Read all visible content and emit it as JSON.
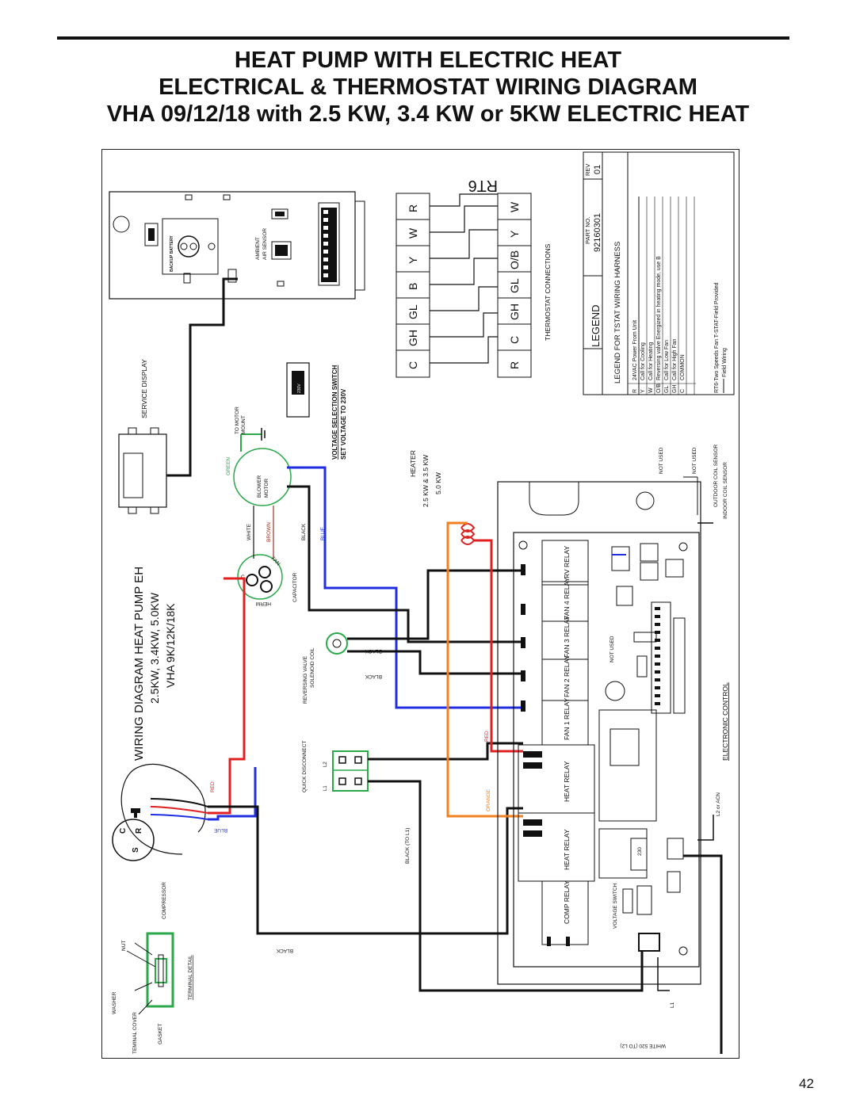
{
  "header": {
    "line1": "HEAT PUMP WITH ELECTRIC HEAT",
    "line2": "ELECTRICAL & THERMOSTAT WIRING DIAGRAM",
    "line3": "VHA 09/12/18 with 2.5 KW, 3.4 KW or 5KW ELECTRIC HEAT"
  },
  "diagram": {
    "title1": "WIRING DIAGRAM HEAT PUMP EH",
    "title2": "2.5KW, 3.4KW, 5.0KW",
    "title3": "VHA 9K/12K/18K",
    "service_display": "SERVICE DISPLAY",
    "backup_battery": "BACKUP BATTERY",
    "ambient1": "AMBIENT",
    "ambient2": "AIR SENSOR",
    "voltage_sel1": "VOLTAGE SELECTION SWITCH",
    "voltage_sel2": "SET VOLTAGE TO 230V",
    "voltage_sel_label": "230V",
    "to_motor1": "TO MOTOR",
    "to_motor2": "MOUNT",
    "blower1": "BLOWER",
    "blower2": "MOTOR",
    "capacitor": "CAPACITOR",
    "herm": "HERM",
    "fan": "FAN",
    "cap_c": "C",
    "rev_valve1": "REVERSING VALVE",
    "rev_valve2": "SOLENOID COIL",
    "quick_disconnect": "QUICK DISCONNECT",
    "l1": "L1",
    "l2": "L2",
    "compressor": "COMPRESSOR",
    "comp_c": "C",
    "comp_s": "S",
    "comp_r": "R",
    "washer": "WASHER",
    "terminal_cover": "TEMINAL COVER",
    "gasket": "GASKET",
    "nut": "NUT",
    "terminal_detail": "TERMINAL DETAIL",
    "heater": "HEATER",
    "heater_kw1": "2.5 KW & 3.5 KW",
    "heater_kw2": "5.0 KW",
    "relays": [
      "RV RELAY",
      "FAN 4 RELAY",
      "FAN 3 RELAY",
      "FAN 2 RELAY",
      "FAN 1 RELAY"
    ],
    "heat_relay": "HEAT RELAY",
    "comp_relay": "COMP RELAY",
    "not_used": "NOT USED",
    "electronic_control": "ELECTRONIC CONTROL",
    "voltage_switch": "VOLTAGE SWITCH",
    "vs_value": "230",
    "outdoor_coil": "OUTDOOR COIL SENSOR",
    "indoor_coil": "INDOOR COIL SENSOR",
    "l2_acn": "L2 or ACN",
    "l1_label": "L1",
    "black_to_l1": "BLACK (TO L1)",
    "white_to_l2": "WHITE 520 (TO L2)",
    "wire_colors": {
      "green": "GREEN",
      "white": "WHITE",
      "brown": "BROWN",
      "black": "BLACK",
      "blue": "BLUE",
      "red": "RED",
      "orange": "ORANGE"
    },
    "thermostat_connections": "THERMOSTAT CONNECTIONS",
    "unit_terminals": [
      "C",
      "GH",
      "GL",
      "B",
      "Y",
      "W",
      "R"
    ],
    "rt6_label": "RT6",
    "rt6_terminals": [
      "R",
      "C",
      "GH",
      "GL",
      "O/B",
      "Y",
      "W"
    ],
    "legend": {
      "title": "LEGEND",
      "part_no_label": "PART NO.",
      "part_no": "92160301",
      "rev_label": "REV",
      "rev": "01",
      "harness": "LEGEND FOR TSTAT WIRING HARNESS",
      "items": [
        {
          "code": "R",
          "desc": "24VAC Power From Unit"
        },
        {
          "code": "Y",
          "desc": "Call for Cooling"
        },
        {
          "code": "W",
          "desc": "Call for Heating"
        },
        {
          "code": "O/B",
          "desc": "Reversing valve Energized in heating mode, use B"
        },
        {
          "code": "GL",
          "desc": "Call for Low Fan"
        },
        {
          "code": "GH",
          "desc": "Call for High Fan"
        },
        {
          "code": "C",
          "desc": "COMMON"
        }
      ],
      "note1": "RT6-Two Speeds Fan T-STAT-Field Provided",
      "note2": "Field Wiring"
    }
  },
  "colors": {
    "wire_black": "#111111",
    "wire_red": "#e02020",
    "wire_blue": "#1f2fe0",
    "wire_orange": "#f08020",
    "wire_green": "#2aa84a",
    "wire_brown": "#a03020"
  },
  "page_number": "42"
}
